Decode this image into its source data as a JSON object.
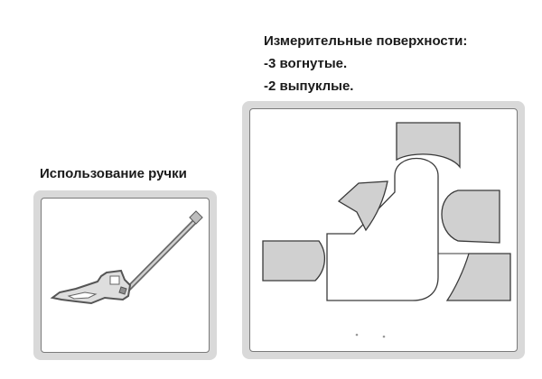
{
  "measuring_surfaces": {
    "title": "Измерительные поверхности:",
    "lines": [
      "-3 вогнутые.",
      "-2 выпуклые."
    ]
  },
  "handle_usage": {
    "title": "Использование ручки"
  },
  "colors": {
    "frame": "#d9d9d9",
    "panel_border": "#7a7a7a",
    "shape_fill": "#d0d0d0",
    "shape_stroke": "#4a4a4a"
  },
  "icons": {
    "handle": "handle-tool-illustration",
    "gauge": "gauge-surfaces-illustration"
  }
}
